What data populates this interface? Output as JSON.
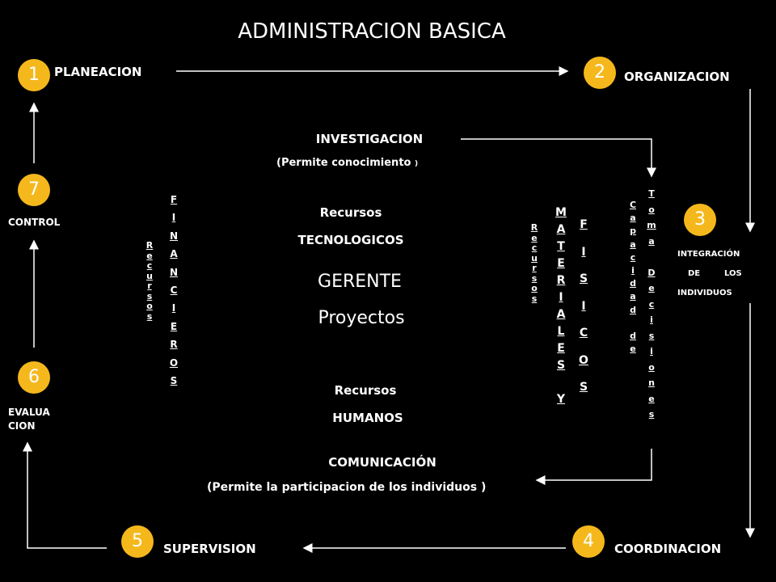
{
  "title": "ADMINISTRACION BASICA",
  "steps": [
    {
      "num": "1",
      "label": "PLANEACION"
    },
    {
      "num": "2",
      "label": "ORGANIZACION"
    },
    {
      "num": "3",
      "label": "INTEGRACIÓN",
      "label2": "DE",
      "label3": "LOS",
      "label4": "INDIVIDUOS"
    },
    {
      "num": "4",
      "label": "COORDINACION"
    },
    {
      "num": "5",
      "label": "SUPERVISION"
    },
    {
      "num": "6",
      "label": "EVALUA",
      "label2": "CION"
    },
    {
      "num": "7",
      "label": "CONTROL"
    }
  ],
  "center": {
    "investigacion": "INVESTIGACION",
    "investigacion_note": "(Permite conocimiento",
    "investigacion_paren": ")",
    "rec_tec_1": "Recursos",
    "rec_tec_2": "TECNOLOGICOS",
    "gerente": "GERENTE",
    "proyectos": "Proyectos",
    "rec_hum_1": "Recursos",
    "rec_hum_2": "HUMANOS",
    "comunicacion": "COMUNICACIÓN",
    "comunicacion_note": "(Permite la participacion de los individuos )"
  },
  "vertical": {
    "recursos_left": "Recursos",
    "financieros": "FINANCIEROS",
    "recursos_right": "Recursos",
    "materiales": "MATERIALES Y",
    "fisicos": "FISICOS",
    "capacidad": "Capacidad de",
    "toma": "Toma Decisiones"
  },
  "colors": {
    "circle": "#f5b81c",
    "background": "#000000",
    "text": "#ffffff"
  }
}
